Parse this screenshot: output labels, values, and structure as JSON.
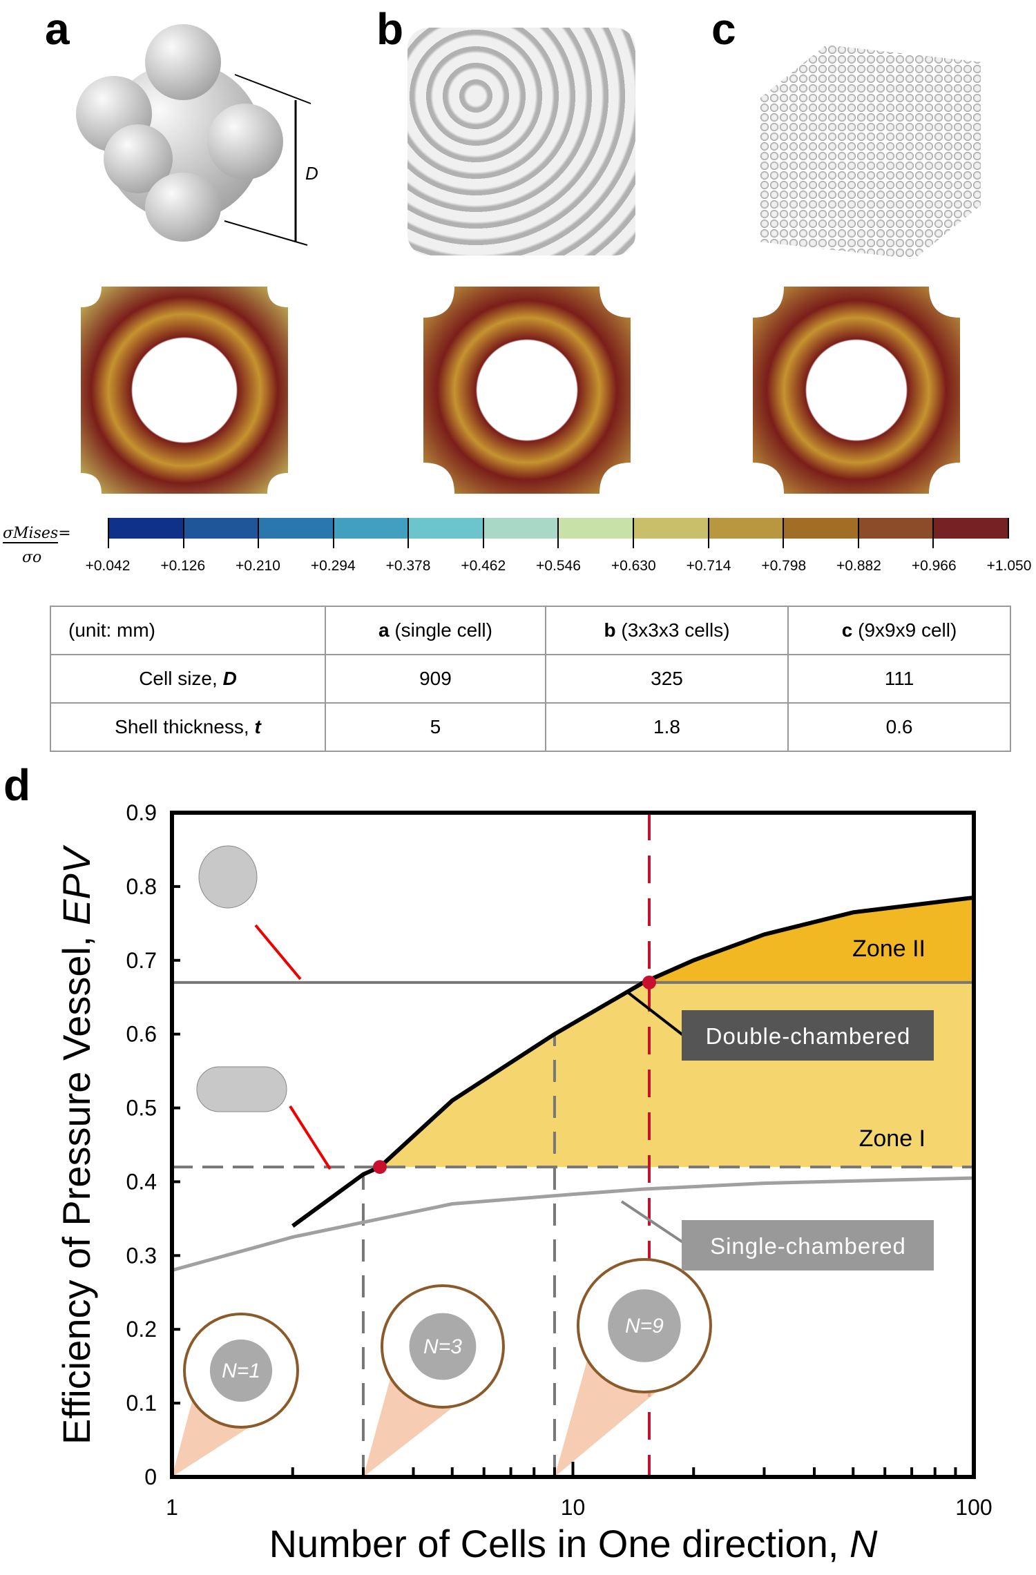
{
  "panels": {
    "a": "a",
    "b": "b",
    "c": "c",
    "d": "d",
    "dim_label": "D"
  },
  "colorbar": {
    "label_num": "σMises",
    "label_den": "σo",
    "eq": "=",
    "colors": [
      "#0f3187",
      "#1f5599",
      "#2a77ad",
      "#41a0c0",
      "#6cc5cc",
      "#a9d8c7",
      "#c8e1a9",
      "#c9bf6a",
      "#b99640",
      "#a26d24",
      "#8c4b29",
      "#772222"
    ],
    "ticks": [
      "+0.042",
      "+0.126",
      "+0.210",
      "+0.294",
      "+0.378",
      "+0.462",
      "+0.546",
      "+0.630",
      "+0.714",
      "+0.798",
      "+0.882",
      "+0.966",
      "+1.050"
    ]
  },
  "table": {
    "header": [
      "(unit: mm)",
      "a",
      "(single cell)",
      "b",
      "(3x3x3 cells)",
      "c",
      "(9x9x9 cell)"
    ],
    "rows": [
      {
        "label": "Cell size, ",
        "sym": "D",
        "values": [
          "909",
          "325",
          "111"
        ]
      },
      {
        "label": "Shell thickness, ",
        "sym": "t",
        "values": [
          "5",
          "1.8",
          "0.6"
        ]
      }
    ]
  },
  "chart_data": {
    "type": "line",
    "xlabel": "Number of Cells in One direction, ",
    "xlabel_sym": "N",
    "ylabel": "Efficiency of Pressure Vessel, ",
    "ylabel_sym": "EPV",
    "xscale": "log",
    "xlim": [
      1,
      100
    ],
    "ylim": [
      0,
      0.9
    ],
    "xticks": [
      "1",
      "10",
      "100"
    ],
    "yticks": [
      "0",
      "0.1",
      "0.2",
      "0.3",
      "0.4",
      "0.5",
      "0.6",
      "0.7",
      "0.8",
      "0.9"
    ],
    "series": [
      {
        "name": "Double-chambered",
        "color": "#000000",
        "x": [
          2,
          3,
          3.3,
          5,
          9,
          15,
          20,
          30,
          50,
          100
        ],
        "y": [
          0.34,
          0.41,
          0.42,
          0.51,
          0.6,
          0.67,
          0.7,
          0.735,
          0.765,
          0.785
        ]
      },
      {
        "name": "Single-chambered",
        "color": "#a0a0a0",
        "x": [
          1,
          2,
          3,
          5,
          10,
          15,
          30,
          100
        ],
        "y": [
          0.28,
          0.325,
          0.345,
          0.37,
          0.383,
          0.39,
          0.398,
          0.405
        ]
      }
    ],
    "hlines": [
      {
        "y": 0.67,
        "style": "solid"
      },
      {
        "y": 0.42,
        "style": "dashed"
      }
    ],
    "vline_red": 15.5,
    "vlines_gray": [
      1,
      3,
      9
    ],
    "points": [
      {
        "x": 3.3,
        "y": 0.42
      },
      {
        "x": 15.5,
        "y": 0.67
      }
    ],
    "zones": [
      {
        "label": "Zone I",
        "color": "#f5d56e"
      },
      {
        "label": "Zone II",
        "color": "#f2b823"
      }
    ],
    "insets": [
      "N=1",
      "N=3",
      "N=9"
    ]
  }
}
